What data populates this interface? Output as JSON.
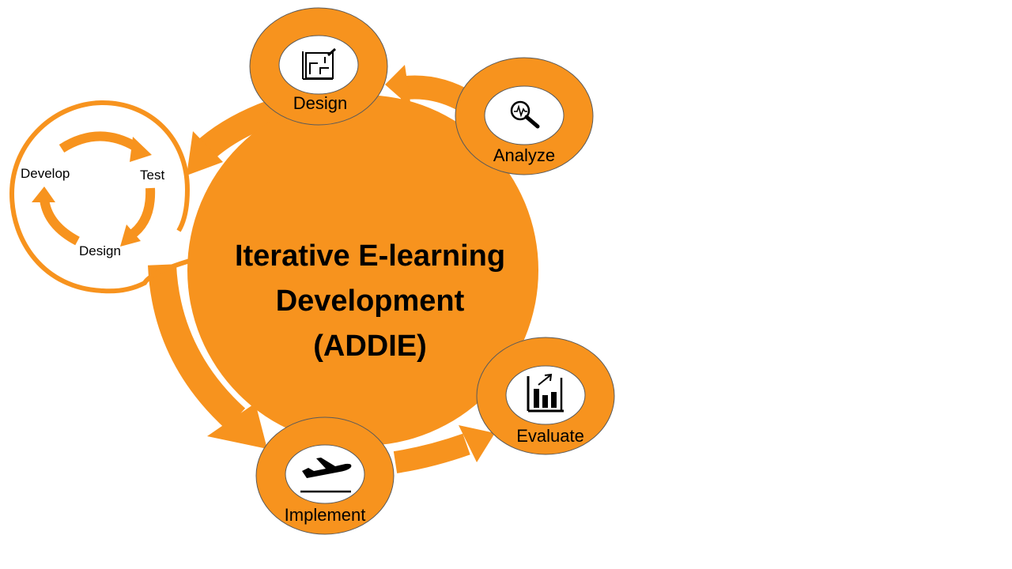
{
  "colors": {
    "orange": "#F7931E",
    "node_stroke": "#5a5a5a",
    "background": "#ffffff",
    "icon": "#000000"
  },
  "center": {
    "title_line1": "Iterative E-learning",
    "title_line2": "Development",
    "title_line3": "(ADDIE)"
  },
  "nodes": {
    "design": {
      "label": "Design",
      "icon": "blueprint-icon"
    },
    "analyze": {
      "label": "Analyze",
      "icon": "magnifier-pulse-icon"
    },
    "evaluate": {
      "label": "Evaluate",
      "icon": "bar-chart-icon"
    },
    "implement": {
      "label": "Implement",
      "icon": "airplane-takeoff-icon"
    }
  },
  "iteration_loop": {
    "develop": "Develop",
    "test": "Test",
    "design": "Design"
  }
}
